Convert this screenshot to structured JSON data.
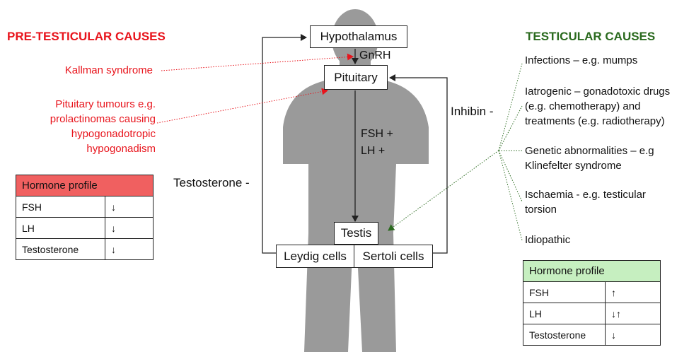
{
  "pre": {
    "title": "PRE-TESTICULAR CAUSES",
    "causes": [
      "Kallman syndrome",
      "Pituitary tumours e.g. prolactinomas causing hypogonadotropic hypogonadism"
    ],
    "table": {
      "header": "Hormone profile",
      "rows": [
        {
          "hormone": "FSH",
          "change": "↓"
        },
        {
          "hormone": "LH",
          "change": "↓"
        },
        {
          "hormone": "Testosterone",
          "change": "↓"
        }
      ]
    }
  },
  "testicular": {
    "title": "TESTICULAR CAUSES",
    "causes": [
      "Infections – e.g. mumps",
      "Iatrogenic – gonadotoxic drugs (e.g. chemotherapy) and treatments (e.g. radiotherapy)",
      "Genetic abnormalities – e.g Klinefelter syndrome",
      "Ischaemia - e.g. testicular torsion",
      "Idiopathic"
    ],
    "table": {
      "header": "Hormone profile",
      "rows": [
        {
          "hormone": "FSH",
          "change": "↑"
        },
        {
          "hormone": "LH",
          "change": "↓↑"
        },
        {
          "hormone": "Testosterone",
          "change": "↓"
        }
      ]
    }
  },
  "axis": {
    "hypothalamus": "Hypothalamus",
    "gnrh": "GnRH",
    "pituitary": "Pituitary",
    "fsh": "FSH +",
    "lh": "LH +",
    "testis": "Testis",
    "leydig": "Leydig cells",
    "sertoli": "Sertoli cells",
    "testosterone_feedback": "Testosterone -",
    "inhibin_feedback": "Inhibin -"
  },
  "colors": {
    "pre_accent": "#e8141c",
    "testicular_accent": "#2a6a1e",
    "pre_table_header": "#f06060",
    "testicular_table_header": "#c6efc0",
    "silhouette": "#9a9a9a"
  }
}
